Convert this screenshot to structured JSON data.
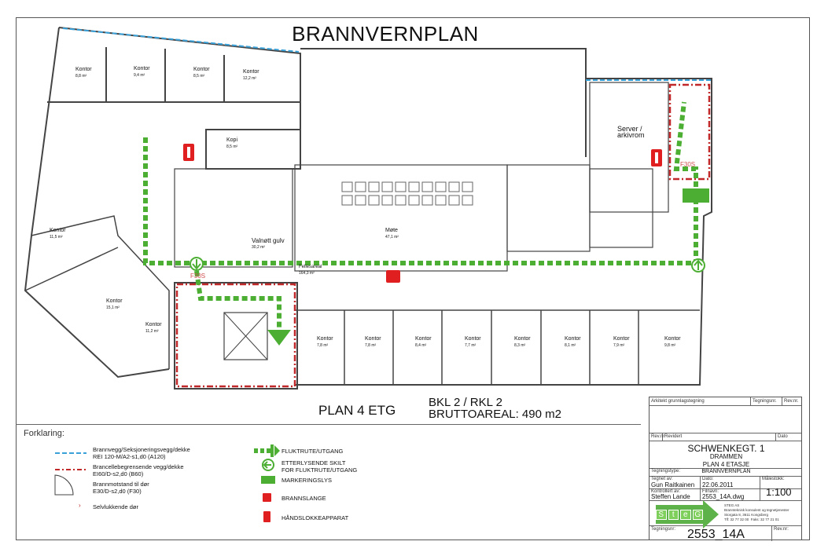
{
  "title": "BRANNVERNPLAN",
  "plan_label": "PLAN 4 ETG",
  "class_label": "BKL 2 / RKL 2",
  "gross_area": "BRUTTOAREAL: 490 m2",
  "rooms": {
    "top": [
      {
        "name": "Kontor",
        "area": "8,8 m²"
      },
      {
        "name": "Kontor",
        "area": "9,4 m²"
      },
      {
        "name": "Kontor",
        "area": "8,5 m²"
      },
      {
        "name": "Kontor",
        "area": "12,2 m²"
      }
    ],
    "copy": {
      "name": "Kopi",
      "area": "8,5 m²"
    },
    "kitchen": {
      "name": "Valnøtt gulv",
      "area": "30,2 m²"
    },
    "meeting": {
      "name": "Møte",
      "area": "47,1 m²"
    },
    "common": {
      "name": "Fellesareal",
      "area": "164,3 m²"
    },
    "server": {
      "name": "Server /\narkivrom"
    },
    "left": [
      {
        "name": "Kontor",
        "area": "11,5 m²"
      },
      {
        "name": "Kontor",
        "area": "15,1 m²"
      },
      {
        "name": "Kontor",
        "area": "11,2 m²"
      }
    ],
    "bottom": [
      {
        "name": "Kontor",
        "area": "7,8 m²"
      },
      {
        "name": "Kontor",
        "area": "7,8 m²"
      },
      {
        "name": "Kontor",
        "area": "8,4 m²"
      },
      {
        "name": "Kontor",
        "area": "7,7 m²"
      },
      {
        "name": "Kontor",
        "area": "8,3 m²"
      },
      {
        "name": "Kontor",
        "area": "8,1 m²"
      },
      {
        "name": "Kontor",
        "area": "7,9 m²"
      },
      {
        "name": "Kontor",
        "area": "9,8 m²"
      }
    ],
    "door_label": "F30S"
  },
  "legend": {
    "title": "Forklaring:",
    "items": [
      {
        "icon": "blue-dash-line",
        "text": "Brannvegg/Seksjoneringsvegg/dekke\nREI 120-M/A2-s1,d0 (A120)"
      },
      {
        "icon": "red-dash-line",
        "text": "Brancellebegrensende vegg/dekke\nEI60/D-s2,d0 (B60)"
      },
      {
        "icon": "fire-door",
        "text": "Brannmotstand til dør\nE30/D-s2,d0 (F30)"
      },
      {
        "icon": "self-closing-mark",
        "text": "Selvlukkende dør"
      },
      {
        "icon": "escape-route",
        "text": "FLUKTRUTE/UTGANG"
      },
      {
        "icon": "exit-arrow-sign",
        "text": "ETTERLYSENDE SKILT\nFOR FLUKTRUTE/UTGANG"
      },
      {
        "icon": "exit-light",
        "text": "MARKERINGSLYS"
      },
      {
        "icon": "fire-hose",
        "text": "BRANNSLANGE"
      },
      {
        "icon": "fire-extinguisher",
        "text": "HÅNDSLOKKEAPPARAT"
      }
    ]
  },
  "title_block": {
    "architect_label": "Arkitekt grunnlagstegning",
    "drawing_no_label": "Tegningsnr.",
    "rev_no_label": "Rev.nr.",
    "rev_label": "Rev.nr.",
    "revised_label": "Revidert",
    "date_label": "Dato",
    "address": "SCHWENKEGT. 1",
    "city": "DRAMMEN",
    "floor": "PLAN 4 ETASJE",
    "type_label": "Tegningstype:",
    "type": "BRANNVERNPLAN",
    "drawn_by_label": "Tegnet av:",
    "drawn_by": "Gun Raitkainen",
    "date_field_label": "Dato:",
    "date": "22.06.2011",
    "scale_label": "Målestokk:",
    "scale": "1:100",
    "checked_by_label": "Kontrollert av:",
    "checked_by": "Steffen Lande",
    "file_label": "Filnavn:",
    "file": "2553_14A.dwg",
    "logo_letters": [
      "S",
      "t",
      "e",
      "G"
    ],
    "company": "STEG AS\nBrannteknisk konsulent og tegnetjenester\nStorgata 8, 3611 Kongsberg\nTlf: 32 77 32 00  Faks: 32 77 21 01",
    "drawing_no_label2": "Tegningsnr:",
    "drawing_no": "2553_14A",
    "rev_no_label2": "Rev.nr:"
  },
  "colors": {
    "escape": "#4caf33",
    "fire": "#e02020",
    "a120": "#3aa0d8",
    "b60": "#c0282a"
  }
}
